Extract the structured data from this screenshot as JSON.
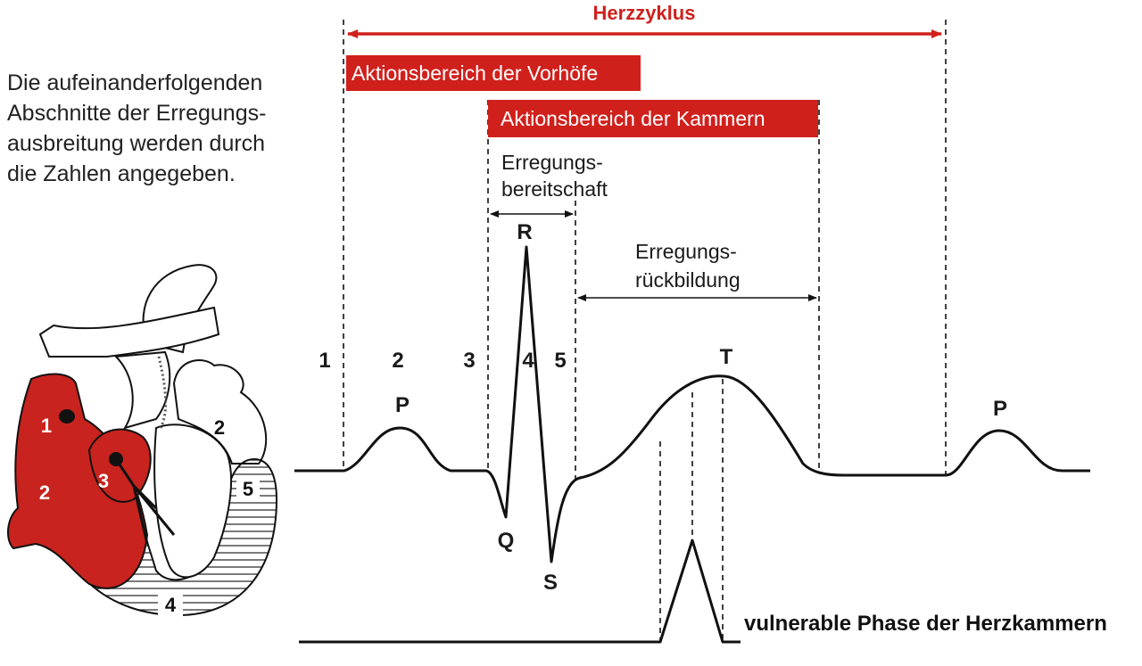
{
  "title": "Herzzyklus",
  "description": [
    "Die aufeinanderfolgenden",
    "Abschnitte der Erregungs-",
    "ausbreitung werden durch",
    "die Zahlen angegeben."
  ],
  "bars": {
    "atria": "Aktionsbereich der Vorhöfe",
    "ventricles": "Aktionsbereich der Kammern"
  },
  "intervals": {
    "excitability": [
      "Erregungs-",
      "bereitschaft"
    ],
    "repolarization": [
      "Erregungs-",
      "rückbildung"
    ]
  },
  "phase_numbers": [
    "1",
    "2",
    "3",
    "4",
    "5"
  ],
  "waves": {
    "p": "P",
    "q": "Q",
    "r": "R",
    "s": "S",
    "t": "T",
    "p2": "P"
  },
  "vulnerable_phase": "vulnerable Phase der Herzkammern",
  "heart_labels": [
    "1",
    "2",
    "3",
    "2",
    "5",
    "4"
  ],
  "colors": {
    "accent": "#d0201c",
    "line": "#111111",
    "heart_red": "#c8231e"
  }
}
